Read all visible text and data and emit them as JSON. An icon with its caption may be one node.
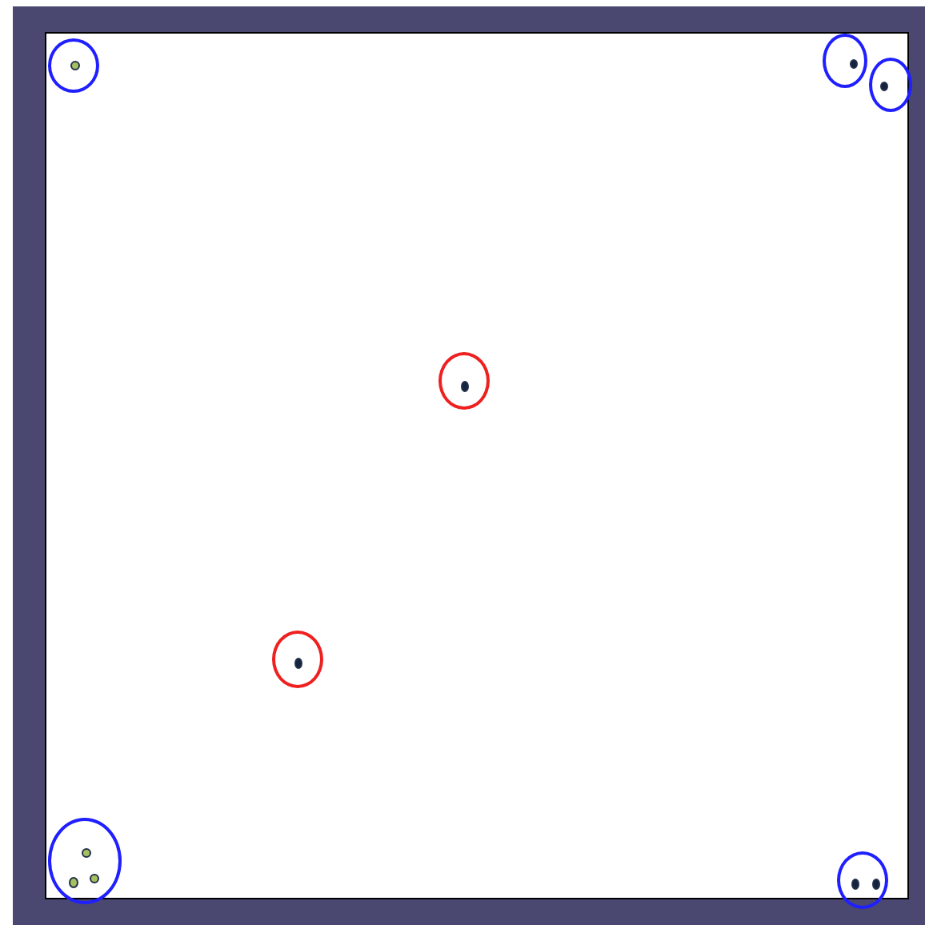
{
  "diagram": {
    "nodes": [
      {
        "text": [],
        "shape": "ellipse"
      },
      {
        "text": [],
        "shape": "circle",
        "in": 0
      },
      {
        "text": [],
        "shape": "ellipse"
      },
      {
        "text": [],
        "shape": "circle",
        "in": 2
      },
      {
        "text": [],
        "shape": "ellipse"
      },
      {
        "text": [],
        "shape": "circle",
        "in": 4
      },
      {
        "text": [],
        "shape": "ellipse"
      },
      {
        "text": [],
        "shape": "circle",
        "in": 6
      },
      {
        "text": [],
        "shape": "ellipse"
      },
      {
        "text": [],
        "shape": "circle",
        "in": 8
      },
      {
        "text": [],
        "shape": "ellipse"
      },
      {
        "text": [],
        "shape": "circle",
        "in": 10
      },
      {
        "text": [],
        "shape": "circle",
        "in": 10
      },
      {
        "text": [],
        "shape": "circle",
        "in": 10
      },
      {
        "text": [],
        "shape": "ellipse"
      },
      {
        "text": [],
        "shape": "circle",
        "in": 14
      },
      {
        "text": [],
        "shape": "circle",
        "in": 14
      }
    ]
  }
}
